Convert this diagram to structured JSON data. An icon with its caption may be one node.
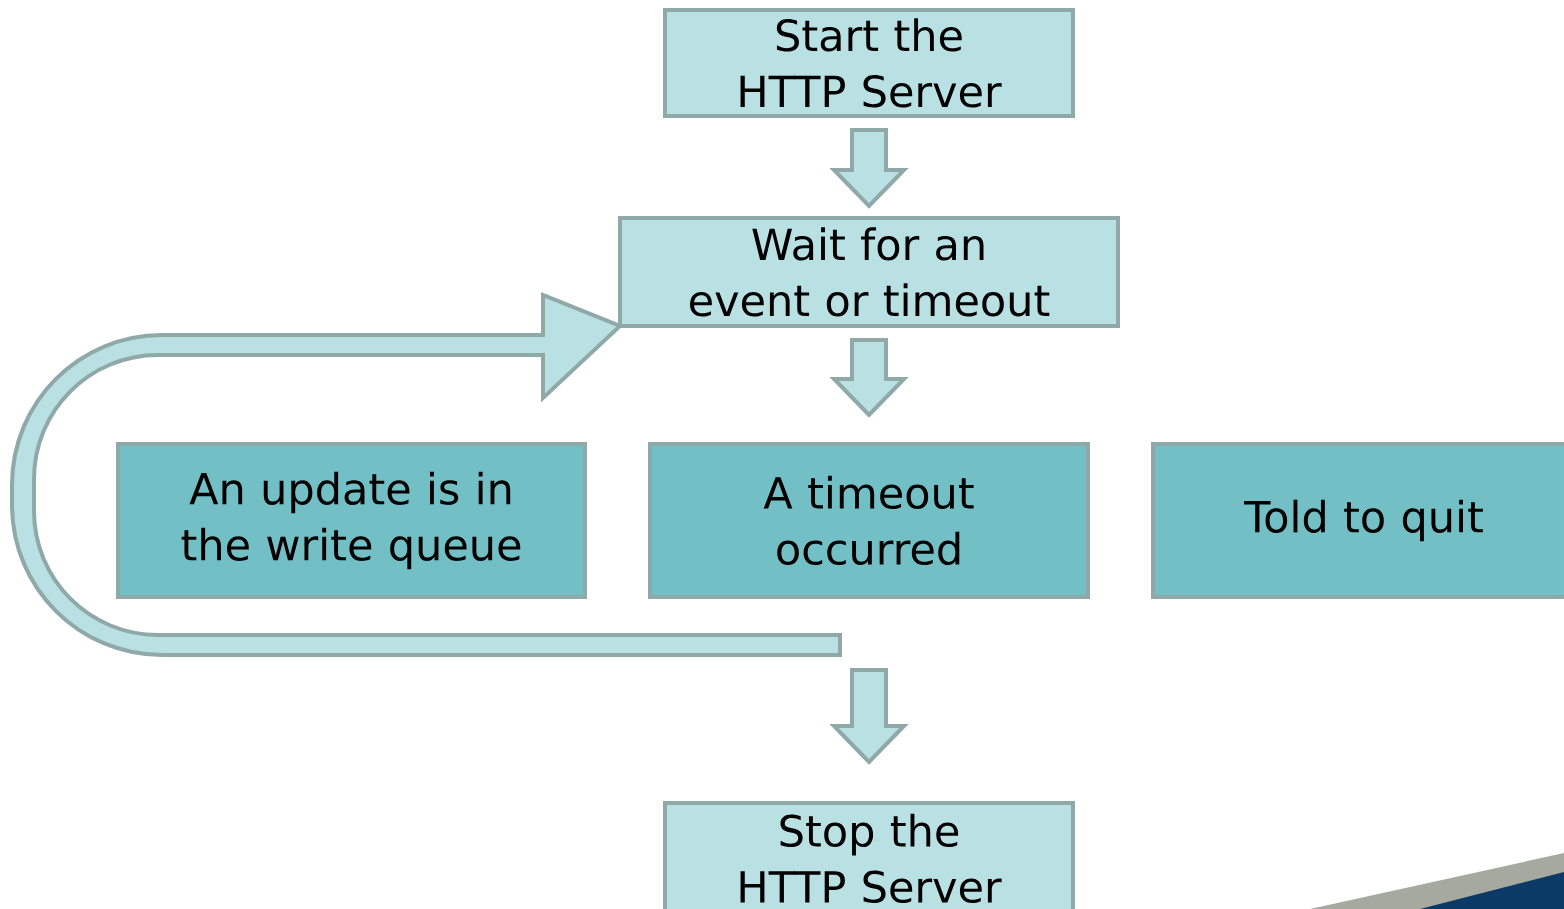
{
  "diagram": {
    "nodes": [
      {
        "text": [
          "Start the HTTP Server"
        ]
      },
      {
        "text": [
          "Wait for an event or timeout"
        ]
      },
      {
        "text": [
          "An update is in the write queue"
        ]
      },
      {
        "text": [
          "A timeout occurred"
        ]
      },
      {
        "text": [
          "Told to quit"
        ]
      },
      {
        "text": [
          "Stop the HTTP Server"
        ]
      }
    ],
    "edges": [
      {
        "from": 0,
        "to": 1,
        "arrow": "to"
      },
      {
        "from": 1,
        "to": 3,
        "arrow": "to"
      },
      {
        "from": 3,
        "to": 1,
        "arrow": "to"
      },
      {
        "from": 3,
        "to": 5,
        "arrow": "to"
      }
    ]
  }
}
